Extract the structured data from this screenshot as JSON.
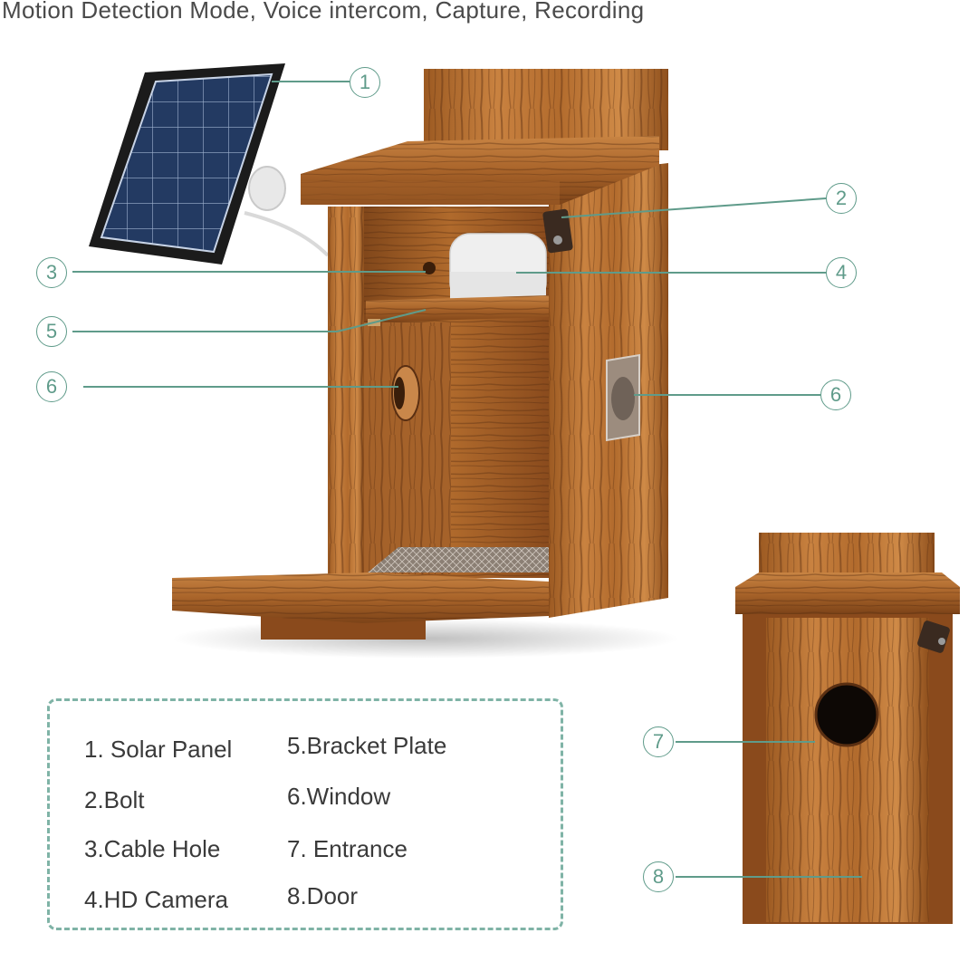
{
  "header": {
    "title": "Motion Detection Mode, Voice intercom, Capture, Recording"
  },
  "callouts": {
    "c1": "1",
    "c2": "2",
    "c3": "3",
    "c4": "4",
    "c5": "5",
    "c6_left": "6",
    "c6_right": "6",
    "c7": "7",
    "c8": "8"
  },
  "legend": {
    "items": [
      "1. Solar Panel",
      "2.Bolt",
      "3.Cable Hole",
      "4.HD Camera",
      "5.Bracket Plate",
      "6.Window",
      "7. Entrance",
      "8.Door"
    ]
  },
  "colors": {
    "accent": "#5f9b8a",
    "legend_border": "#7fb3a6",
    "wood_light": "#c27a35",
    "wood_dark": "#5a2f12",
    "solar_panel": "#1d2f4f",
    "camera": "#eeeeee"
  }
}
